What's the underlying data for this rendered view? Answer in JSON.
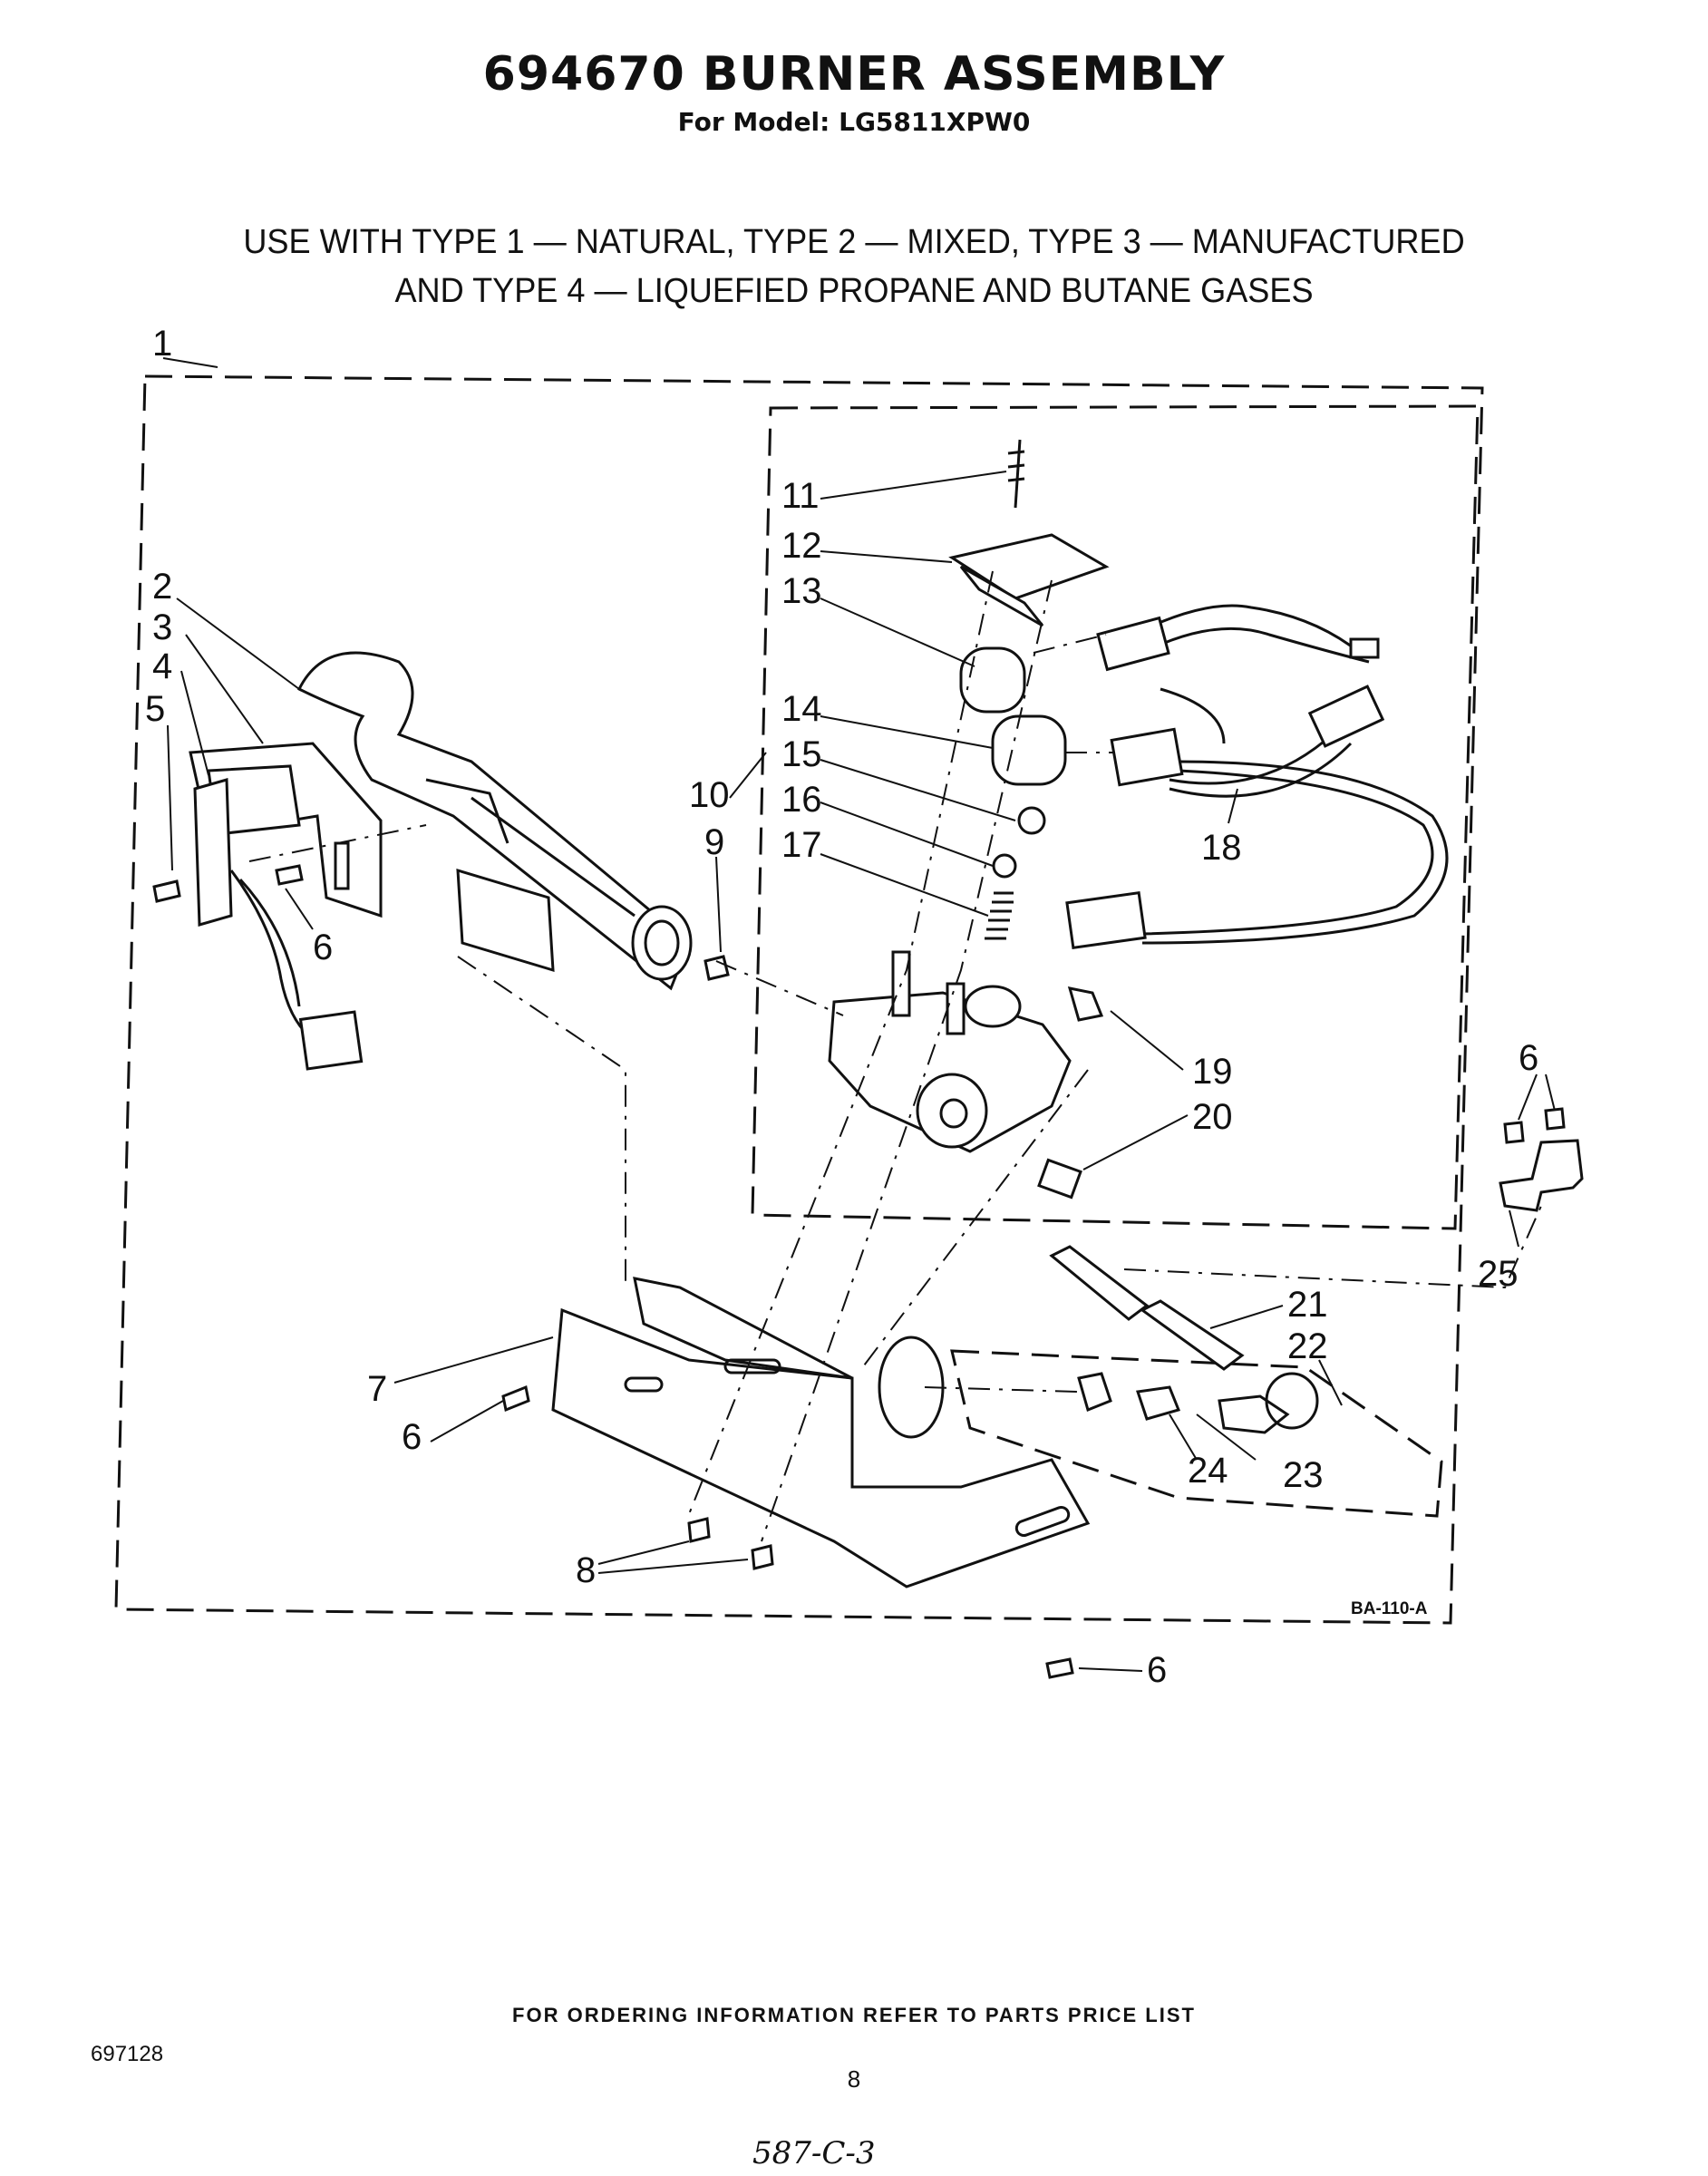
{
  "header": {
    "title": "694670 BURNER ASSEMBLY",
    "model_line": "For Model: LG5811XPW0"
  },
  "usage": {
    "line1": "USE WITH TYPE 1 — NATURAL, TYPE 2 — MIXED, TYPE 3 — MANUFACTURED",
    "line2": "AND TYPE 4 — LIQUEFIED PROPANE AND BUTANE GASES"
  },
  "diagram": {
    "callouts": {
      "c1": "1",
      "c2": "2",
      "c3": "3",
      "c4": "4",
      "c5": "5",
      "c6a": "6",
      "c6b": "6",
      "c6c": "6",
      "c6d": "6",
      "c7": "7",
      "c8": "8",
      "c9": "9",
      "c10": "10",
      "c11": "11",
      "c12": "12",
      "c13": "13",
      "c14": "14",
      "c15": "15",
      "c16": "16",
      "c17": "17",
      "c18": "18",
      "c19": "19",
      "c20": "20",
      "c21": "21",
      "c22": "22",
      "c23": "23",
      "c24": "24",
      "c25": "25"
    },
    "drawing_code": "BA-110-A"
  },
  "footer": {
    "ordering_note": "FOR ORDERING INFORMATION REFER TO PARTS PRICE LIST",
    "doc_number": "697128",
    "page_number": "8",
    "handwritten": "587-C-3"
  }
}
